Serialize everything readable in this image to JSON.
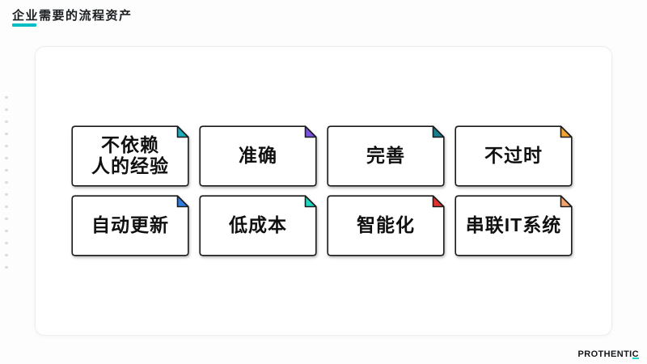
{
  "page": {
    "title": "企业需要的流程资产",
    "accent_color": "#00bec4"
  },
  "cards": [
    {
      "label": "不依赖\n人的经验",
      "fold_color": "#1caebc"
    },
    {
      "label": "准确",
      "fold_color": "#7b52e3"
    },
    {
      "label": "完善",
      "fold_color": "#177f90"
    },
    {
      "label": "不过时",
      "fold_color": "#f0a432"
    },
    {
      "label": "自动更新",
      "fold_color": "#2e7de0"
    },
    {
      "label": "低成本",
      "fold_color": "#1cd9c4"
    },
    {
      "label": "智能化",
      "fold_color": "#e3312d"
    },
    {
      "label": "串联IT系统",
      "fold_color": "#f2a46b"
    }
  ],
  "footer": {
    "logo_main": "PROTHENTI",
    "logo_accent_letter": "C",
    "accent_color": "#1fd9cf"
  }
}
